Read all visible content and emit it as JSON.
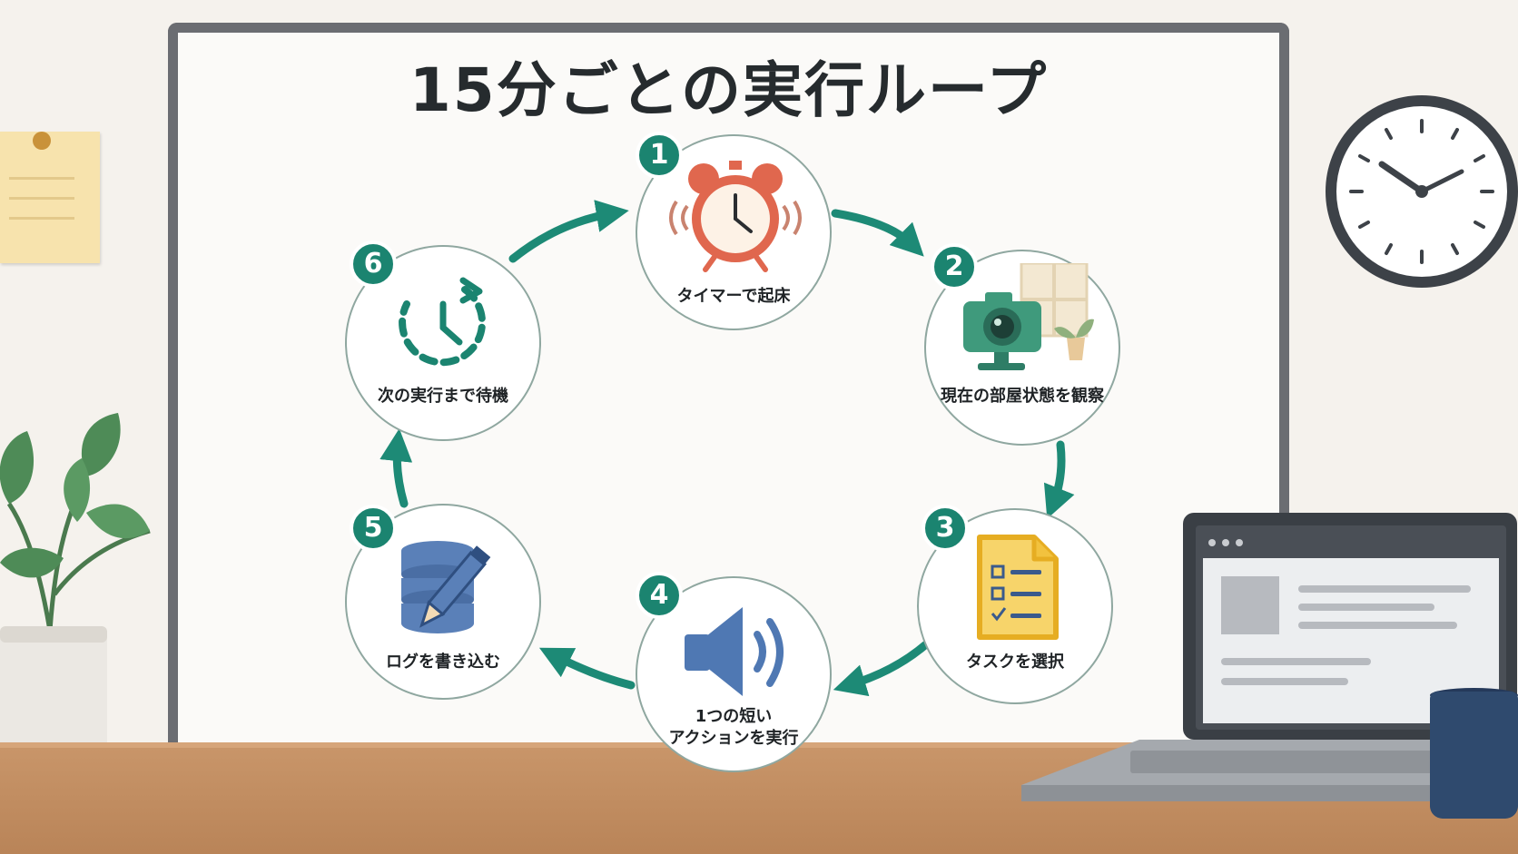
{
  "title": "15分ごとの実行ループ",
  "colors": {
    "accent_teal": "#1b8470",
    "arrow_teal": "#1d8a76",
    "alarm_red": "#e0674e",
    "camera_green": "#3f9a7c",
    "task_yellow": "#f2c23e",
    "speaker_blue": "#4f78b3",
    "db_blue": "#5a80b8"
  },
  "steps": [
    {
      "number": "1",
      "label": "タイマーで起床",
      "icon": "alarm-clock-icon"
    },
    {
      "number": "2",
      "label": "現在の部屋状態を観察",
      "icon": "camera-window-icon"
    },
    {
      "number": "3",
      "label": "タスクを選択",
      "icon": "checklist-document-icon"
    },
    {
      "number": "4",
      "label_line1": "1つの短い",
      "label_line2": "アクションを実行",
      "icon": "speaker-icon"
    },
    {
      "number": "5",
      "label": "ログを書き込む",
      "icon": "database-pencil-icon"
    },
    {
      "number": "6",
      "label": "次の実行まで待機",
      "icon": "timer-refresh-icon"
    }
  ]
}
